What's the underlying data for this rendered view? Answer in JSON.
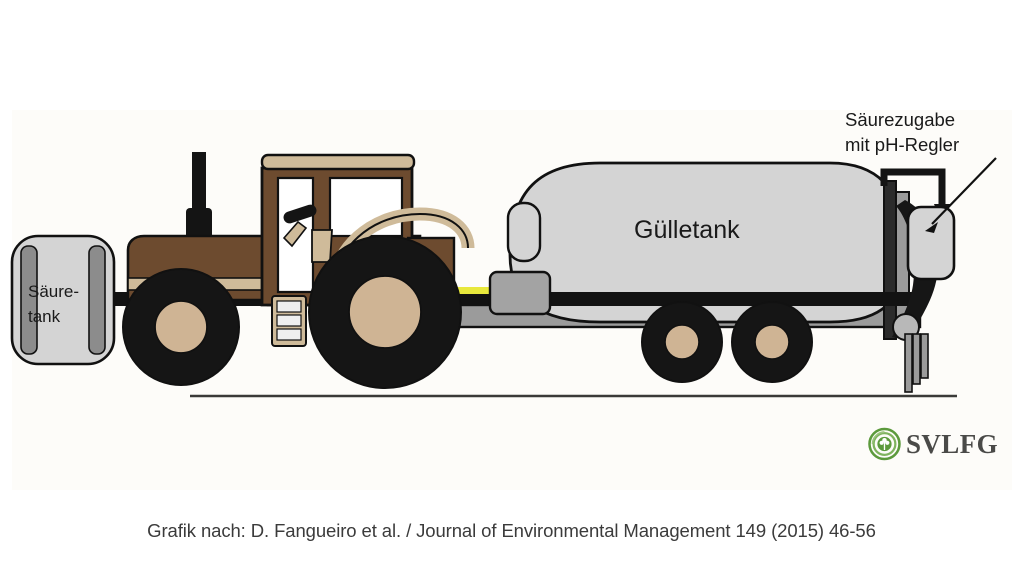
{
  "figure": {
    "background_color": "#fdfcf9",
    "page_background": "#ffffff",
    "ground_line_color": "#3a3a38"
  },
  "labels": {
    "tank_label": "Gülletank",
    "acid_tank_label_line1": "Säure-",
    "acid_tank_label_line2": "tank",
    "annotation_line1": "Säurezugabe",
    "annotation_line2": "mit pH-Regler"
  },
  "caption": {
    "text": "Grafik nach: D. Fangueiro et al. / Journal of Environmental Management 149 (2015) 46-56"
  },
  "logo": {
    "text": "SVLFG",
    "mark_name": "svlfg-tree-rings-emblem",
    "green": "#5c9a3c",
    "text_color": "#4a4a48"
  },
  "colors": {
    "tractor_body_brown": "#6d4b2f",
    "tractor_trim_tan": "#cfbb9a",
    "wheel_black": "#151515",
    "hub_tan": "#cfb494",
    "tank_gray": "#d4d4d4",
    "chassis_gray": "#9b9b9b",
    "strap_gray": "#8c8c8c",
    "hose_yellow": "#e8e83c",
    "outline": "#111111"
  },
  "scene": {
    "parts": [
      "acid-tank",
      "tractor",
      "slurry-tanker",
      "acid-dosing-unit",
      "ground-line",
      "annotation-leader"
    ]
  }
}
